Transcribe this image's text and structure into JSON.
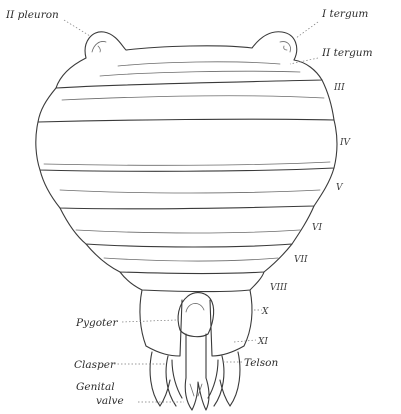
{
  "labels": {
    "pleuron_2": "II pleuron",
    "tergum_1": "I tergum",
    "tergum_2": "II tergum",
    "seg_3": "III",
    "seg_4": "IV",
    "seg_5": "V",
    "seg_6": "VI",
    "seg_7": "VII",
    "seg_8": "VIII",
    "seg_10": "X",
    "seg_11": "XI",
    "pygoter": "Pygoter",
    "clasper": "Clasper",
    "telson": "Telson",
    "genital": "Genital",
    "valve": "valve"
  }
}
